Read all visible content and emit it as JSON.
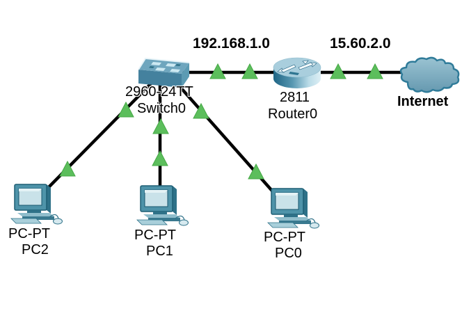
{
  "devices": {
    "switch0": {
      "model": "2960-24TT",
      "name": "Switch0",
      "type": "switch"
    },
    "router0": {
      "model": "2811",
      "name": "Router0",
      "type": "router"
    },
    "internet": {
      "name": "Internet",
      "type": "cloud"
    },
    "pc2": {
      "model": "PC-PT",
      "name": "PC2",
      "type": "pc"
    },
    "pc1": {
      "model": "PC-PT",
      "name": "PC1",
      "type": "pc"
    },
    "pc0": {
      "model": "PC-PT",
      "name": "PC0",
      "type": "pc"
    }
  },
  "network_labels": {
    "switch_router": "192.168.1.0",
    "router_internet": "15.60.2.0"
  },
  "links": [
    {
      "from": "Switch0",
      "to": "Router0",
      "status": "up"
    },
    {
      "from": "Router0",
      "to": "Internet",
      "status": "up"
    },
    {
      "from": "Switch0",
      "to": "PC2",
      "status": "up"
    },
    {
      "from": "Switch0",
      "to": "PC1",
      "status": "up"
    },
    {
      "from": "Switch0",
      "to": "PC0",
      "status": "up"
    }
  ],
  "colors": {
    "background": "#ffffff",
    "link_line": "#000000",
    "status_up_arrow": "#5CBE5C",
    "device_teal": "#4E93A9",
    "device_light": "#C9E2E9",
    "cloud_outline": "#2F7B99",
    "label_text": "#000000"
  }
}
